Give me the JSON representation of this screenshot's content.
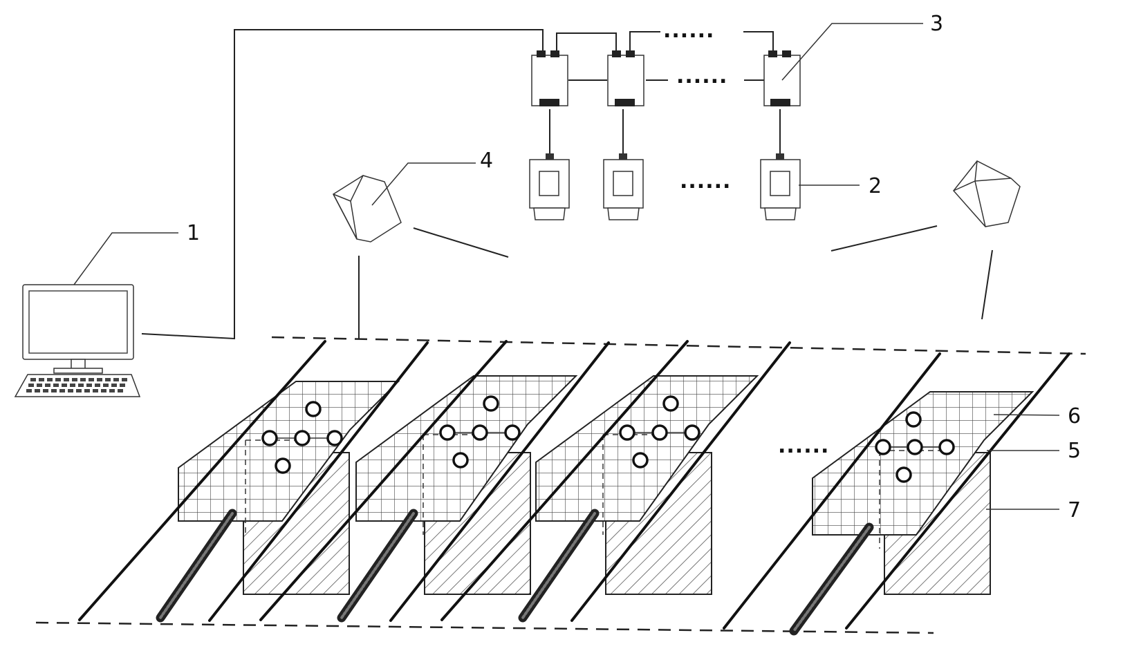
{
  "labels": {
    "computer": "1",
    "camera": "2",
    "switch": "3",
    "light": "4",
    "marker": "5",
    "grid": "6",
    "slope": "7"
  },
  "ellipsis": "......",
  "colors": {
    "line": "#222222",
    "grid_fill": "#ffffff",
    "rod": "#222222"
  },
  "components": {
    "switch_count_shown": 3,
    "camera_count_shown": 3,
    "light_count": 2,
    "specimen_count_shown": 4,
    "markers_per_specimen": 5
  }
}
